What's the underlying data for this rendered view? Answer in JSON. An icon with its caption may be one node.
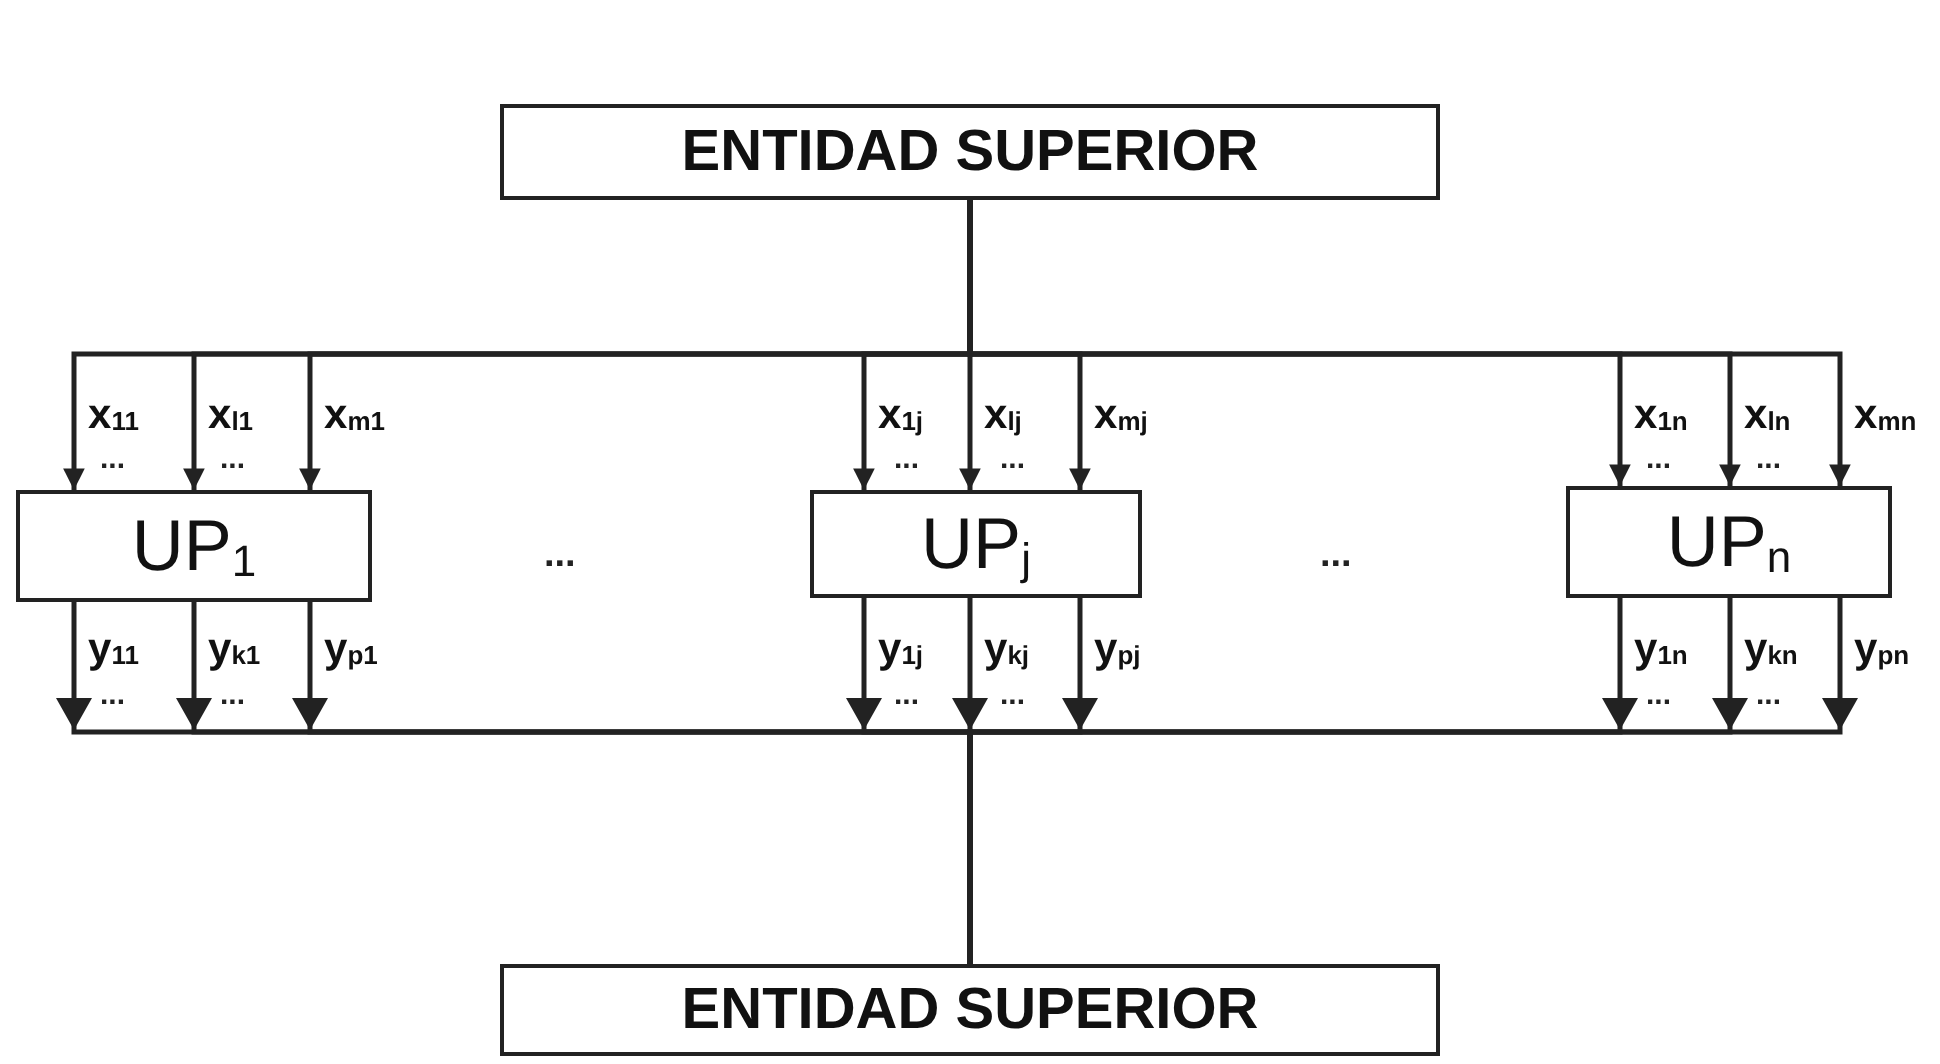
{
  "diagram": {
    "nodes": [
      {
        "text": [
          "ENTIDAD SUPERIOR"
        ]
      },
      {
        "text": [
          "UP$_{1}$"
        ]
      },
      {
        "text": [
          "UP$_{j}$"
        ]
      },
      {
        "text": [
          "UP$_{n}$"
        ]
      },
      {
        "text": [
          "ENTIDAD SUPERIOR"
        ]
      }
    ],
    "edges": [
      {
        "from": 0,
        "to": 1,
        "arrow": "to",
        "label": "x$_{11}$"
      },
      {
        "from": 0,
        "to": 1,
        "arrow": "to",
        "label": "x$_{l1}$"
      },
      {
        "from": 0,
        "to": 1,
        "arrow": "to",
        "label": "x$_{m1}$"
      },
      {
        "from": 0,
        "to": 2,
        "arrow": "to",
        "label": "x$_{1j}$"
      },
      {
        "from": 0,
        "to": 2,
        "arrow": "to",
        "label": "x$_{lj}$"
      },
      {
        "from": 0,
        "to": 2,
        "arrow": "to",
        "label": "x$_{mj}$"
      },
      {
        "from": 0,
        "to": 3,
        "arrow": "to",
        "label": "x$_{1n}$"
      },
      {
        "from": 0,
        "to": 3,
        "arrow": "to",
        "label": "x$_{ln}$"
      },
      {
        "from": 0,
        "to": 3,
        "arrow": "to",
        "label": "x$_{mn}$"
      },
      {
        "from": 1,
        "to": 4,
        "arrow": "to",
        "label": "y$_{11}$"
      },
      {
        "from": 1,
        "to": 4,
        "arrow": "to",
        "label": "y$_{k1}$"
      },
      {
        "from": 1,
        "to": 4,
        "arrow": "to",
        "label": "y$_{p1}$"
      },
      {
        "from": 2,
        "to": 4,
        "arrow": "to",
        "label": "y$_{1j}$"
      },
      {
        "from": 2,
        "to": 4,
        "arrow": "to",
        "label": "y$_{kj}$"
      },
      {
        "from": 2,
        "to": 4,
        "arrow": "to",
        "label": "y$_{pj}$"
      },
      {
        "from": 3,
        "to": 4,
        "arrow": "to",
        "label": "y$_{1n}$"
      },
      {
        "from": 3,
        "to": 4,
        "arrow": "to",
        "label": "y$_{kn}$"
      },
      {
        "from": 3,
        "to": 4,
        "arrow": "to",
        "label": "y$_{pn}$"
      }
    ],
    "labels": [
      "...",
      "...",
      "...",
      "...",
      "...",
      "...",
      "...",
      "...",
      "...",
      "...",
      "...",
      "...",
      "...",
      "..."
    ]
  }
}
